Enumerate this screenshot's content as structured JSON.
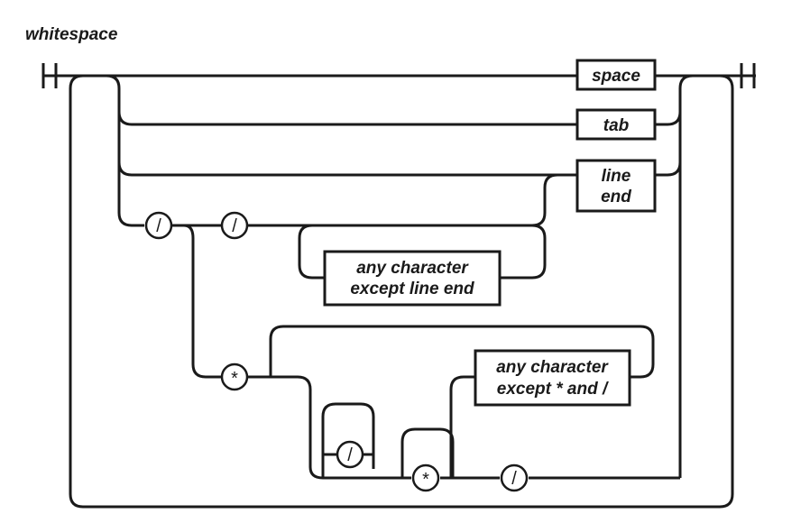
{
  "diagram": {
    "title": "whitespace",
    "boxes": {
      "space": "space",
      "tab": "tab",
      "line_end_1": "line",
      "line_end_2": "end",
      "any_except_line_end_1": "any character",
      "any_except_line_end_2": "except line end",
      "any_except_star_slash_1": "any character",
      "any_except_star_slash_2": "except * and /"
    },
    "terminals": {
      "slash_first": "/",
      "slash_second": "/",
      "star_open": "*",
      "slash_inner": "/",
      "star_inner": "*",
      "slash_close": "/"
    }
  }
}
